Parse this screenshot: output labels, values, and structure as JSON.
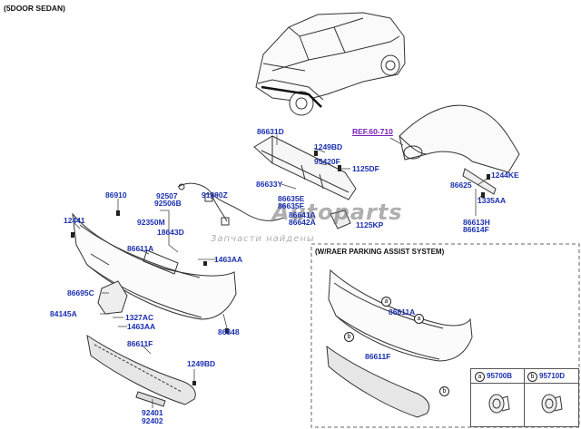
{
  "header": {
    "title": "(5DOOR SEDAN)"
  },
  "inset": {
    "title": "(W/RAER PARKING ASSIST SYSTEM)"
  },
  "watermark": {
    "logo": "Autoparts",
    "caption": "Запчасти найдены"
  },
  "reference": {
    "label": "REF.60-710"
  },
  "parts": {
    "p86631D": "86631D",
    "p1249BD_top": "1249BD",
    "p95420F": "95420F",
    "p1125DF": "1125DF",
    "p86633Y": "86633Y",
    "p86635E": "86635E",
    "p86636F": "86635F",
    "p86641A": "86641A",
    "p86642A": "86642A",
    "p1125KP": "1125KP",
    "p91890Z": "91890Z",
    "p92507": "92507",
    "p92506B": "92506B",
    "p92350M": "92350M",
    "p18643D": "18643D",
    "p86910": "86910",
    "p12441": "12441",
    "p86611A": "86611A",
    "p1463AA_r": "1463AA",
    "p86695C": "86695C",
    "p84145A": "84145A",
    "p1327AC": "1327AC",
    "p1463AA_l": "1463AA",
    "p86848": "86848",
    "p86611F": "86611F",
    "p1249BD_bot": "1249BD",
    "p92401": "92401",
    "p92402": "92402",
    "p1244KE": "1244KE",
    "p86625": "86625",
    "p1335AA": "1335AA",
    "p86613H": "86613H",
    "p86614F": "86614F",
    "p86611A_inset": "86611A",
    "p86611F_inset": "86611F"
  },
  "legend": {
    "a_marker": "a",
    "a_part": "95700B",
    "b_marker": "b",
    "b_part": "95710D"
  },
  "colors": {
    "part_link": "#1a2fb0",
    "reference_link": "#7a1fb8",
    "line_art": "#333333"
  }
}
